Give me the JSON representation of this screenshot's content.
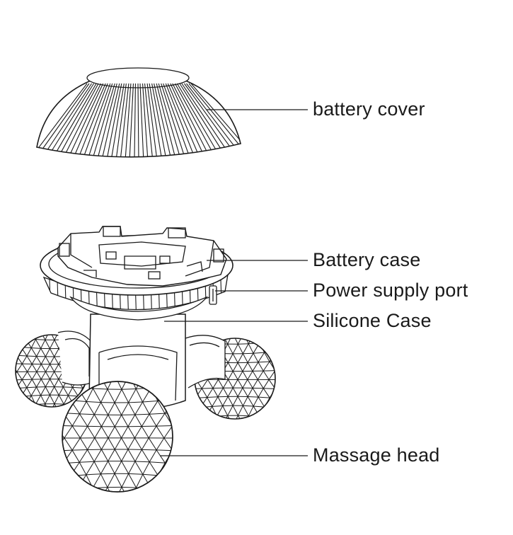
{
  "labels": {
    "battery_cover": "battery cover",
    "battery_case": "Battery case",
    "power_supply_port": "Power supply port",
    "silicone_case": "Silicone Case",
    "massage_head": "Massage head"
  },
  "colors": {
    "line": "#1a1a1a",
    "background": "#ffffff"
  }
}
